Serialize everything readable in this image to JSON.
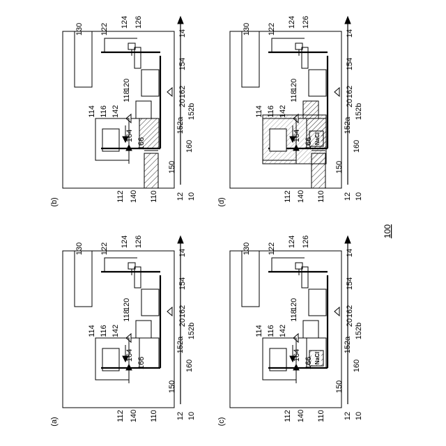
{
  "figure_number": "100",
  "panels": [
    {
      "id": "a",
      "caption": "(a)",
      "variant": "a",
      "labels": {
        "ref_10": "10",
        "ref_12": "12",
        "ref_14": "14",
        "ref_20": "20",
        "ref_110": "110",
        "ref_112": "112",
        "ref_114": "114",
        "ref_116": "116",
        "ref_118": "118",
        "ref_120": "120",
        "ref_122": "122",
        "ref_124": "124",
        "ref_126": "126",
        "ref_130": "130",
        "ref_140": "140",
        "ref_142": "142",
        "ref_150": "150",
        "ref_152a": "152a",
        "ref_152b": "152b",
        "ref_154": "154",
        "ref_160": "160",
        "ref_162": "162",
        "ref_164": "164",
        "ref_166": "166",
        "nacl": ""
      }
    },
    {
      "id": "b",
      "caption": "(b)",
      "variant": "b",
      "labels": {
        "ref_10": "10",
        "ref_12": "12",
        "ref_14": "14",
        "ref_20": "20",
        "ref_110": "110",
        "ref_112": "112",
        "ref_114": "114",
        "ref_116": "116",
        "ref_118": "118",
        "ref_120": "120",
        "ref_122": "122",
        "ref_124": "124",
        "ref_126": "126",
        "ref_130": "130",
        "ref_140": "140",
        "ref_142": "142",
        "ref_150": "150",
        "ref_152a": "152a",
        "ref_152b": "152b",
        "ref_154": "154",
        "ref_160": "160",
        "ref_162": "162",
        "ref_164": "164",
        "ref_166": "166",
        "nacl": ""
      }
    },
    {
      "id": "c",
      "caption": "(c)",
      "variant": "c",
      "labels": {
        "ref_10": "10",
        "ref_12": "12",
        "ref_14": "14",
        "ref_20": "20",
        "ref_110": "110",
        "ref_112": "112",
        "ref_114": "114",
        "ref_116": "116",
        "ref_118": "118",
        "ref_120": "120",
        "ref_122": "122",
        "ref_124": "124",
        "ref_126": "126",
        "ref_130": "130",
        "ref_140": "140",
        "ref_142": "142",
        "ref_150": "150",
        "ref_152a": "152a",
        "ref_152b": "152b",
        "ref_154": "154",
        "ref_160": "160",
        "ref_162": "162",
        "ref_164": "164",
        "ref_166": "166",
        "nacl": "NaCl"
      }
    },
    {
      "id": "d",
      "caption": "(d)",
      "variant": "d",
      "labels": {
        "ref_10": "10",
        "ref_12": "12",
        "ref_14": "14",
        "ref_20": "20",
        "ref_110": "110",
        "ref_112": "112",
        "ref_114": "114",
        "ref_116": "116",
        "ref_118": "118",
        "ref_120": "120",
        "ref_122": "122",
        "ref_124": "124",
        "ref_126": "126",
        "ref_130": "130",
        "ref_140": "140",
        "ref_142": "142",
        "ref_150": "150",
        "ref_152a": "152a",
        "ref_152b": "152b",
        "ref_154": "154",
        "ref_160": "160",
        "ref_162": "162",
        "ref_164": "164",
        "ref_166": "166",
        "nacl": "NaCl"
      }
    }
  ]
}
